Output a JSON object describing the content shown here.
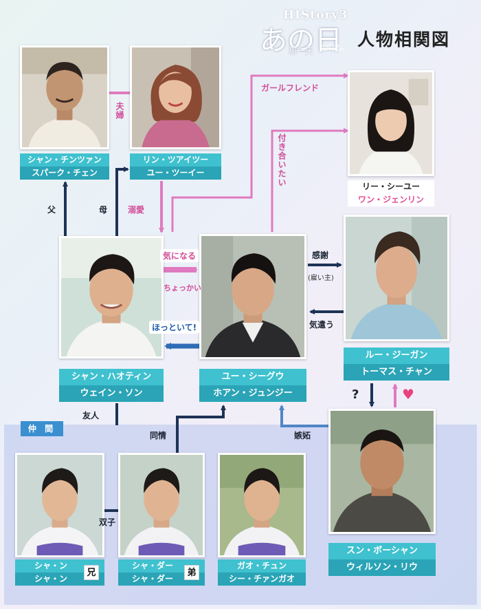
{
  "title": {
    "series": "HIStory3",
    "show": "あの日",
    "subtitle": "那一天",
    "subtitle_small": "MAKE OUR DAYS COUNT",
    "main": "人物相関図"
  },
  "group_label": "仲 間",
  "characters": {
    "shang_father": {
      "role": "シャン・チンツァン",
      "actor": "スパーク・チェン"
    },
    "lin": {
      "role": "リン・ツアイツー",
      "actor": "ユー・ツーイー"
    },
    "li": {
      "role": "リー・シーユー",
      "actor": "ワン・ジェンリン"
    },
    "shang": {
      "role": "シャン・ハオティン",
      "actor": "ウェイン・ソン"
    },
    "yu": {
      "role": "ユー・シーグウ",
      "actor": "ホアン・ジュンジー"
    },
    "lu": {
      "role": "ルー・ジーガン",
      "actor": "トーマス・チャン"
    },
    "sun": {
      "role": "スン・ボーシャン",
      "actor": "ウィルソン・リウ"
    },
    "sha_elder": {
      "role": "シャ・ン",
      "actor": "シャ・ン",
      "badge": "兄"
    },
    "sha_younger": {
      "role": "シャ・ダー",
      "actor": "シャ・ダー",
      "badge": "弟"
    },
    "gao": {
      "role": "ガオ・チュン",
      "actor": "シー・チァンガオ"
    }
  },
  "relations": {
    "couple": "夫婦",
    "girlfriend": "ガールフレンド",
    "want_to_date": "付き合いたい",
    "father": "父",
    "mother": "母",
    "dote": "溺愛",
    "curious": "気になる",
    "tease": "ちょっかい",
    "leave_me_alone": "ほっといて!",
    "gratitude": "感謝",
    "employer": "(雇い主)",
    "concern": "気遣う",
    "question": "?",
    "heart": "♥",
    "friend": "友人",
    "sympathy": "同情",
    "jealousy": "嫉妬",
    "twins": "双子"
  },
  "colors": {
    "navy": "#1d3356",
    "pink": "#e07ac0",
    "blue": "#2f6bb5",
    "teal": "#3fc1cf",
    "group_band": "#b8c4ec"
  }
}
